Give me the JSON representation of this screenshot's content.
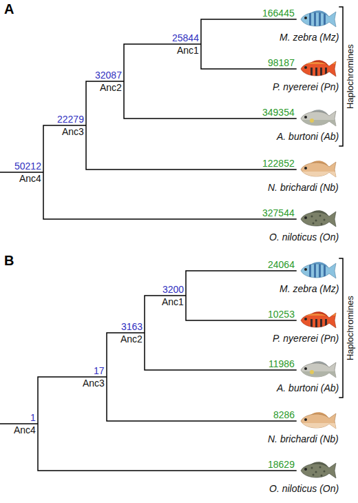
{
  "diagram": {
    "labels": [
      "A",
      "166445",
      "25844",
      "Anc1",
      "98187",
      "32087",
      "Anc2",
      "349354",
      "22279",
      "Anc3",
      "122852",
      "50212",
      "Anc4",
      "327544",
      "M. zebra (Mz)",
      "P. nyererei (Pn)",
      "A. burtoni (Ab)",
      "N. brichardi (Nb)",
      "O. niloticus (On)",
      "Haplochromines",
      "B",
      "24064",
      "3200",
      "Anc1",
      "10253",
      "3163",
      "Anc2",
      "11986",
      "17",
      "Anc3",
      "8286",
      "1",
      "Anc4",
      "18629",
      "M. zebra (Mz)",
      "P. nyererei (Pn)",
      "A. burtoni (Ab)",
      "N. brichardi (Nb)",
      "O. niloticus (On)",
      "Haplochromines"
    ]
  }
}
